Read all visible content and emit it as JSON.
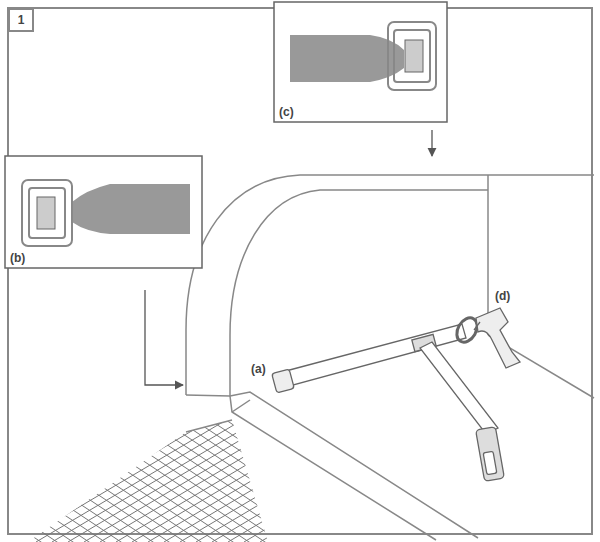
{
  "diagram": {
    "nodes": [
      {
        "text": [
          "1"
        ]
      },
      {
        "text": [
          "(c)"
        ]
      },
      {
        "text": [
          "(b)"
        ]
      }
    ],
    "labels": [
      "(a)",
      "(d)"
    ]
  }
}
